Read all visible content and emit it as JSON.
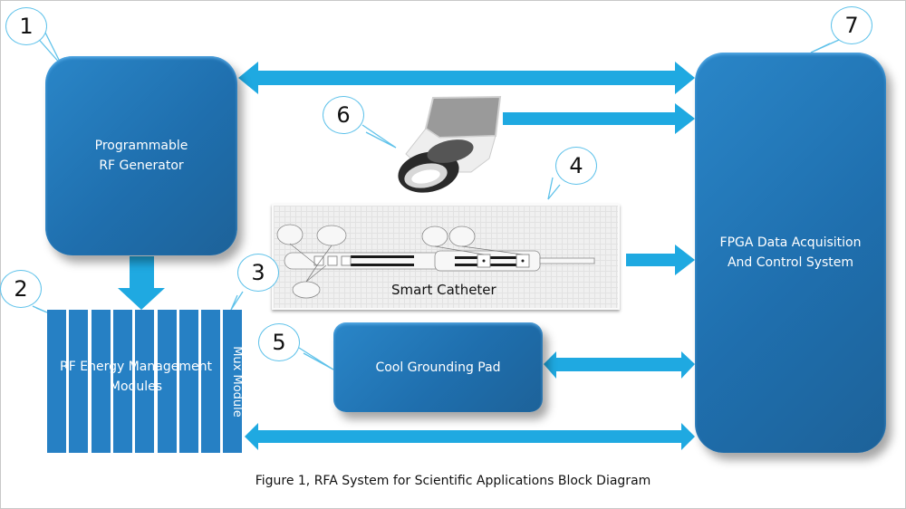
{
  "diagram": {
    "caption": "Figure 1, RFA System for Scientific Applications Block Diagram",
    "accent_color": "#1fa9e1",
    "block_color": "#2277b8",
    "blocks": {
      "rf_generator": {
        "label_line1": "Programmable",
        "label_line2": "RF Generator",
        "callout": "1"
      },
      "energy_modules": {
        "label_line1": "RF Energy Management",
        "label_line2": "Modules",
        "callout": "2",
        "strip_count": 9
      },
      "mux_module": {
        "label": "Mux Module",
        "callout": "3"
      },
      "smart_catheter": {
        "label": "Smart Catheter",
        "callout": "4"
      },
      "grounding_pad": {
        "label": "Cool Grounding Pad",
        "callout": "5"
      },
      "probe_device": {
        "callout": "6"
      },
      "fpga": {
        "label_line1": "FPGA Data Acquisition",
        "label_line2": "And Control System",
        "callout": "7"
      }
    },
    "connections": [
      {
        "from": "rf_generator",
        "to": "fpga",
        "direction": "bidirectional"
      },
      {
        "from": "probe_device",
        "to": "fpga",
        "direction": "one-way"
      },
      {
        "from": "smart_catheter",
        "to": "fpga",
        "direction": "one-way"
      },
      {
        "from": "rf_generator",
        "to": "energy_modules",
        "direction": "one-way"
      },
      {
        "from": "grounding_pad",
        "to": "fpga",
        "direction": "bidirectional"
      },
      {
        "from": "mux_module",
        "to": "fpga",
        "direction": "bidirectional"
      }
    ]
  }
}
